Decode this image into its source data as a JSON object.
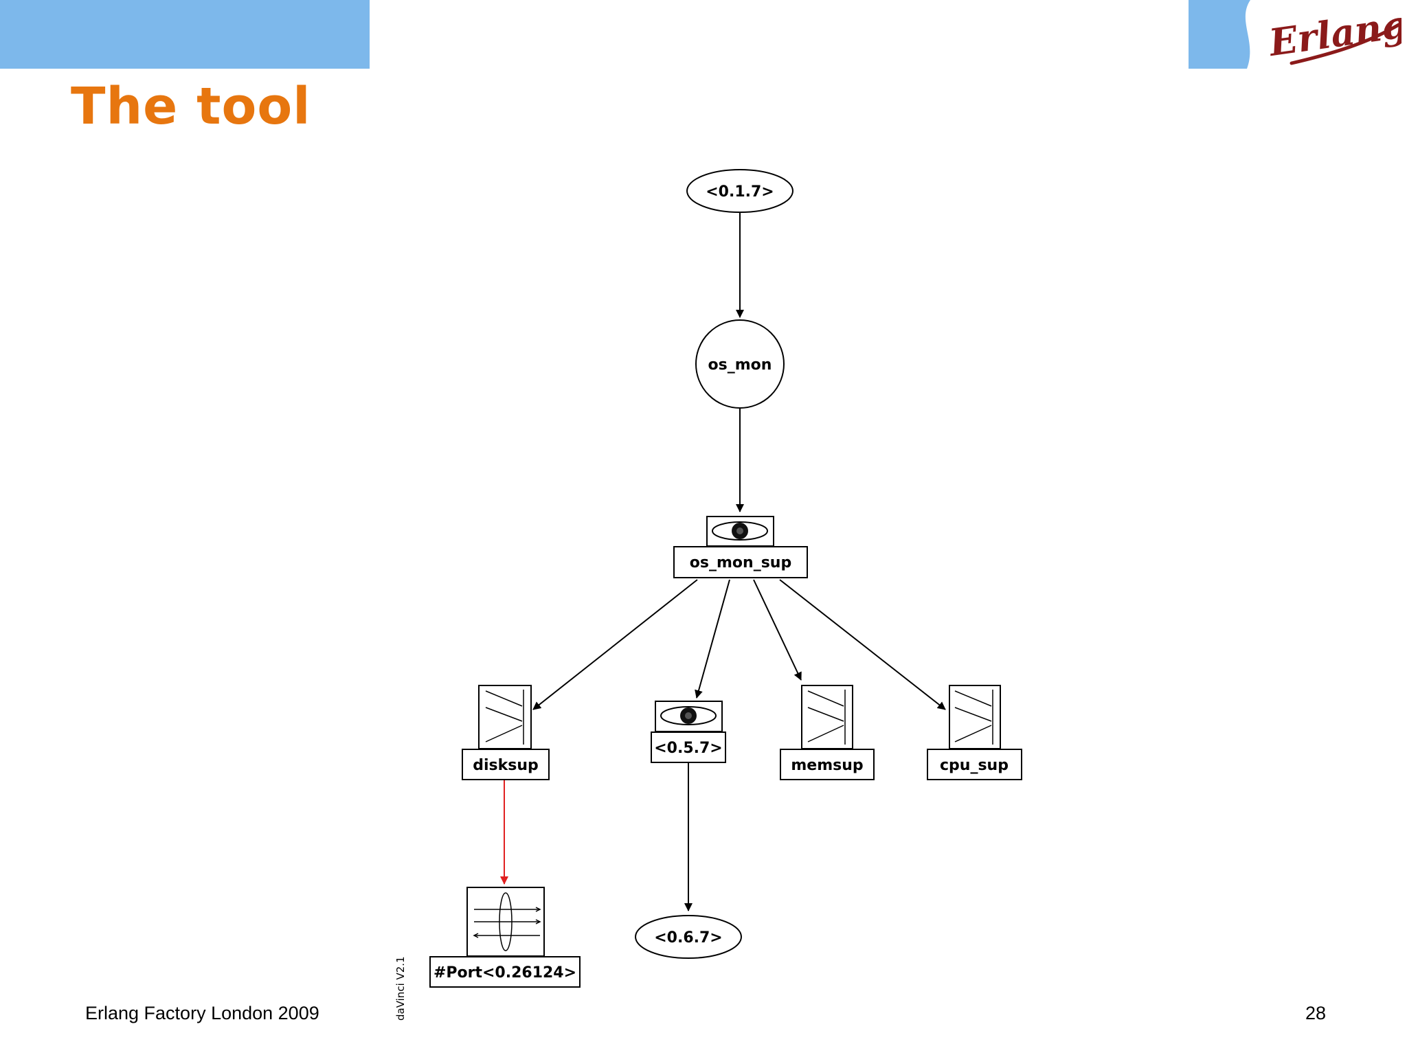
{
  "header": {
    "title": "The tool",
    "brand_logo_text": "Erlang"
  },
  "footer": {
    "event": "Erlang Factory London 2009",
    "page_number": "28",
    "tool_version": "daVinci V2.1"
  },
  "diagram": {
    "nodes": [
      {
        "id": "n_017",
        "label": "<0.1.7>"
      },
      {
        "id": "n_osmon",
        "label": "os_mon"
      },
      {
        "id": "n_osmonsup",
        "label": "os_mon_sup"
      },
      {
        "id": "n_disksup",
        "label": "disksup"
      },
      {
        "id": "n_057",
        "label": "<0.5.7>"
      },
      {
        "id": "n_memsup",
        "label": "memsup"
      },
      {
        "id": "n_cpusup",
        "label": "cpu_sup"
      },
      {
        "id": "n_port",
        "label": "#Port<0.26124>"
      },
      {
        "id": "n_067",
        "label": "<0.6.7>"
      }
    ],
    "edges": [
      {
        "from": "<0.1.7>",
        "to": "os_mon",
        "color": "#000000"
      },
      {
        "from": "os_mon",
        "to": "os_mon_sup",
        "color": "#000000"
      },
      {
        "from": "os_mon_sup",
        "to": "disksup",
        "color": "#000000"
      },
      {
        "from": "os_mon_sup",
        "to": "<0.5.7>",
        "color": "#000000"
      },
      {
        "from": "os_mon_sup",
        "to": "memsup",
        "color": "#000000"
      },
      {
        "from": "os_mon_sup",
        "to": "cpu_sup",
        "color": "#000000"
      },
      {
        "from": "disksup",
        "to": "#Port<0.26124>",
        "color": "#e02020"
      },
      {
        "from": "<0.5.7>",
        "to": "<0.6.7>",
        "color": "#000000"
      }
    ]
  },
  "colors": {
    "header_band": "#7db8eb",
    "title": "#e7760f",
    "logo": "#8b1a1a",
    "port_edge": "#e02020"
  }
}
